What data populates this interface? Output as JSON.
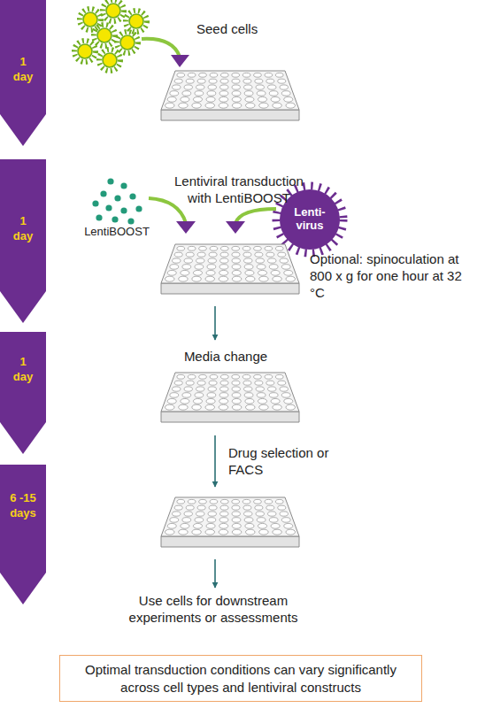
{
  "diagram": {
    "nodes": [
      {
        "text": [
          "1 day"
        ]
      },
      {
        "text": [
          "1 day"
        ]
      },
      {
        "text": [
          "1 day"
        ]
      },
      {
        "text": [
          "6 -15 days"
        ]
      },
      {
        "text": [
          "Lenti- virus"
        ]
      },
      {
        "text": [
          "Optimal transduction conditions can vary significantly across cell types and lentiviral constructs"
        ]
      }
    ],
    "labels": [
      "Seed cells",
      "Lentiviral transduction with LentiBOOST",
      "LentiBOOST",
      "Optional: spinoculation at 800 x g for one hour at 32 °C",
      "Media change",
      "Drug selection or FACS",
      "Use cells for downstream experiments or assessments"
    ]
  }
}
